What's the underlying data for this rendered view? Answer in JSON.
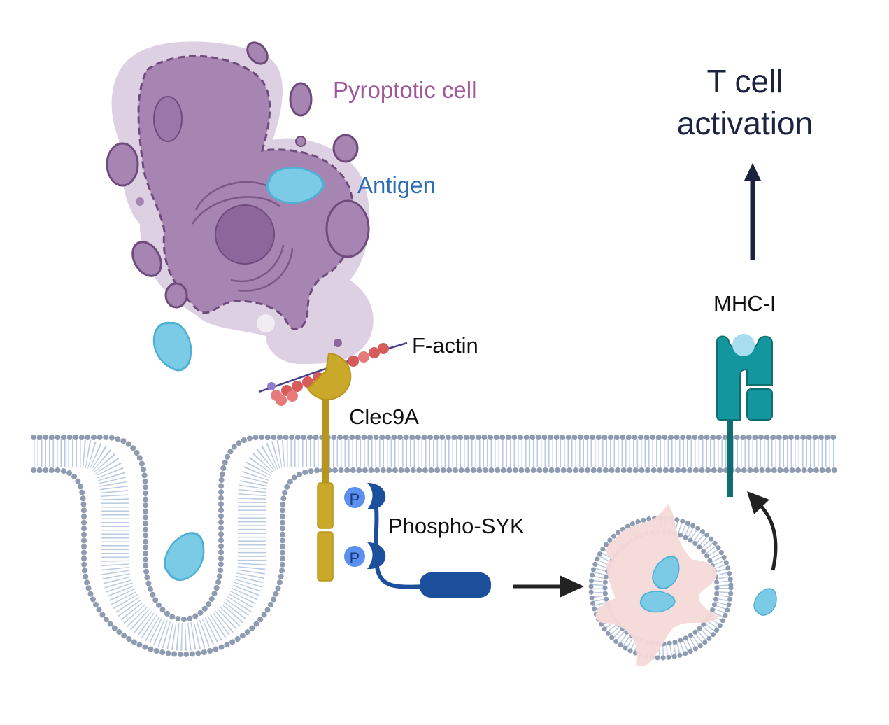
{
  "labels": {
    "pyroptotic_cell": "Pyroptotic cell",
    "antigen": "Antigen",
    "f_actin": "F-actin",
    "clec9a": "Clec9A",
    "phospho_syk": "Phospho-SYK",
    "phosphate_1": "P",
    "phosphate_2": "P",
    "mhc_i": "MHC-I",
    "t_cell_activation": "T cell\nactivation"
  },
  "colors": {
    "cell": "#a785b3",
    "cell_halo": "#ddd0e2",
    "cell_label": "#a0589b",
    "antigen": "#7ccbe6",
    "antigen_label": "#2e6db4",
    "clec9a": "#c9a82a",
    "syk": "#1c4f9c",
    "phosphate": "#5b8ff0",
    "actin": "#d65b5b",
    "membrane_head": "#8e9bb0",
    "membrane_tail": "#b9c9e2",
    "mhc": "#14969f",
    "lysosome": "#f5d9d9",
    "arrow": "#1b2340"
  }
}
